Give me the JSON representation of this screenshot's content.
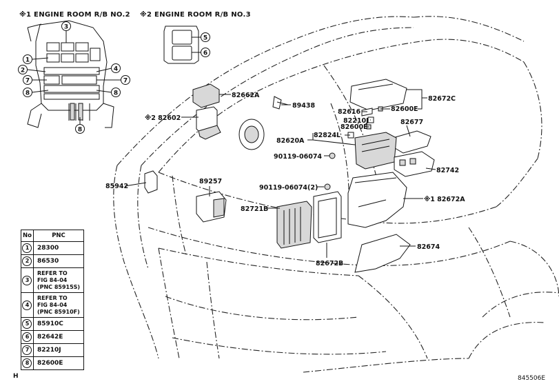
{
  "headers": {
    "room_no2": "※1 ENGINE ROOM R/B NO.2",
    "room_no3": "※2 ENGINE ROOM R/B NO.3"
  },
  "callouts": {
    "c1": "1",
    "c2": "2",
    "c3": "3",
    "c4": "4",
    "c5": "5",
    "c6": "6",
    "c7": "7",
    "c8": "8"
  },
  "parts": {
    "p82662A": "82662A",
    "p82602": "※2 82602",
    "p89438": "89438",
    "p82616": "82616",
    "p82600E": "82600E",
    "p82672C": "82672C",
    "p82210J": "82210J",
    "p82600E_b": "82600E",
    "p82677": "82677",
    "p82824L": "82824L",
    "p82620A": "82620A",
    "p90119a": "90119-06074",
    "p82742": "82742",
    "p85942": "85942",
    "p89257": "89257",
    "p90119b": "90119-06074(2)",
    "p82672A": "※1 82672A",
    "p82721B": "82721B",
    "p82674": "82674",
    "p82672B": "82672B"
  },
  "table": {
    "col_no": "No",
    "col_pnc": "PNC",
    "rows": [
      {
        "no": "1",
        "pnc": [
          "28300"
        ]
      },
      {
        "no": "2",
        "pnc": [
          "86530"
        ]
      },
      {
        "no": "3",
        "pnc": [
          "REFER TO",
          "FIG 84-04",
          "(PNC 85915S)"
        ]
      },
      {
        "no": "4",
        "pnc": [
          "REFER TO",
          "FIG 84-04",
          "(PNC 85910F)"
        ]
      },
      {
        "no": "5",
        "pnc": [
          "85910C"
        ]
      },
      {
        "no": "6",
        "pnc": [
          "82642E"
        ]
      },
      {
        "no": "7",
        "pnc": [
          "82210J"
        ]
      },
      {
        "no": "8",
        "pnc": [
          "82600E"
        ]
      }
    ]
  },
  "footer": {
    "code": "845506E",
    "mark": "H"
  }
}
